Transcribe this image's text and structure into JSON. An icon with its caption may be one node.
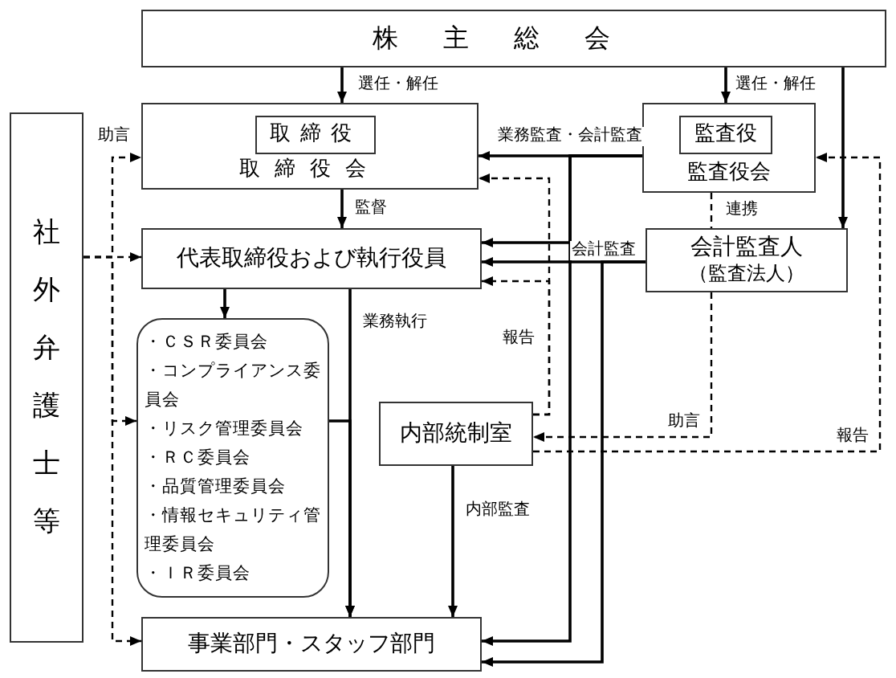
{
  "diagram": {
    "nodes": [
      {
        "text": [
          "株主総会"
        ]
      },
      {
        "text": [
          "取締役会"
        ]
      },
      {
        "text": [
          "取締役"
        ],
        "in": 1
      },
      {
        "text": [
          "監査役会"
        ]
      },
      {
        "text": [
          "監査役"
        ],
        "in": 3
      },
      {
        "text": [
          "会計監査人",
          "（監査法人）"
        ]
      },
      {
        "text": [
          "代表取締役および執行役員"
        ]
      },
      {
        "text": [
          "・ＣＳＲ委員会",
          "・コンプライアンス委員会",
          "・リスク管理委員会",
          "・ＲＣ委員会",
          "・品質管理委員会",
          "・情報セキュリティ管理委員会",
          "・ＩＲ委員会"
        ]
      },
      {
        "text": [
          "内部統制室"
        ]
      },
      {
        "text": [
          "事業部門・スタッフ部門"
        ]
      },
      {
        "text": [
          "社外弁護士等"
        ]
      }
    ],
    "edges": [
      {
        "from": 0,
        "to": 1,
        "arrow": "to",
        "label": "選任・解任"
      },
      {
        "from": 0,
        "to": 3,
        "arrow": "to",
        "label": "選任・解任"
      },
      {
        "from": 0,
        "to": 5,
        "arrow": "to"
      },
      {
        "from": 1,
        "to": 6,
        "arrow": "to",
        "label": "監督"
      },
      {
        "from": 3,
        "to": 1,
        "arrow": "to",
        "label": "業務監査・会計監査"
      },
      {
        "from": 3,
        "to": 6,
        "arrow": "to"
      },
      {
        "from": 3,
        "to": 9,
        "arrow": "to"
      },
      {
        "from": 5,
        "to": 6,
        "arrow": "to",
        "label": "会計監査"
      },
      {
        "from": 5,
        "to": 9,
        "arrow": "to"
      },
      {
        "from": 6,
        "to": 7,
        "arrow": "to"
      },
      {
        "from": 6,
        "to": 9,
        "arrow": "to",
        "label": "業務執行"
      },
      {
        "from": 7,
        "to": 9,
        "arrow": "to"
      },
      {
        "from": 8,
        "to": 9,
        "arrow": "to",
        "label": "内部監査"
      },
      {
        "from": 8,
        "to": 1,
        "arrow": "to",
        "label": "報告",
        "style": "dashed"
      },
      {
        "from": 8,
        "to": 6,
        "arrow": "to",
        "style": "dashed"
      },
      {
        "from": 3,
        "to": 5,
        "arrow": "none",
        "label": "連携",
        "style": "dashed"
      },
      {
        "from": 5,
        "to": 8,
        "arrow": "to",
        "label": "助言",
        "style": "dashed"
      },
      {
        "from": 8,
        "to": 3,
        "arrow": "to",
        "label": "報告",
        "style": "dashed"
      },
      {
        "from": 10,
        "to": 1,
        "arrow": "to",
        "label": "助言",
        "style": "dashed"
      },
      {
        "from": 10,
        "to": 6,
        "arrow": "to",
        "style": "dashed"
      },
      {
        "from": 10,
        "to": 7,
        "arrow": "to",
        "style": "dashed"
      },
      {
        "from": 10,
        "to": 9,
        "arrow": "to",
        "style": "dashed"
      }
    ]
  }
}
